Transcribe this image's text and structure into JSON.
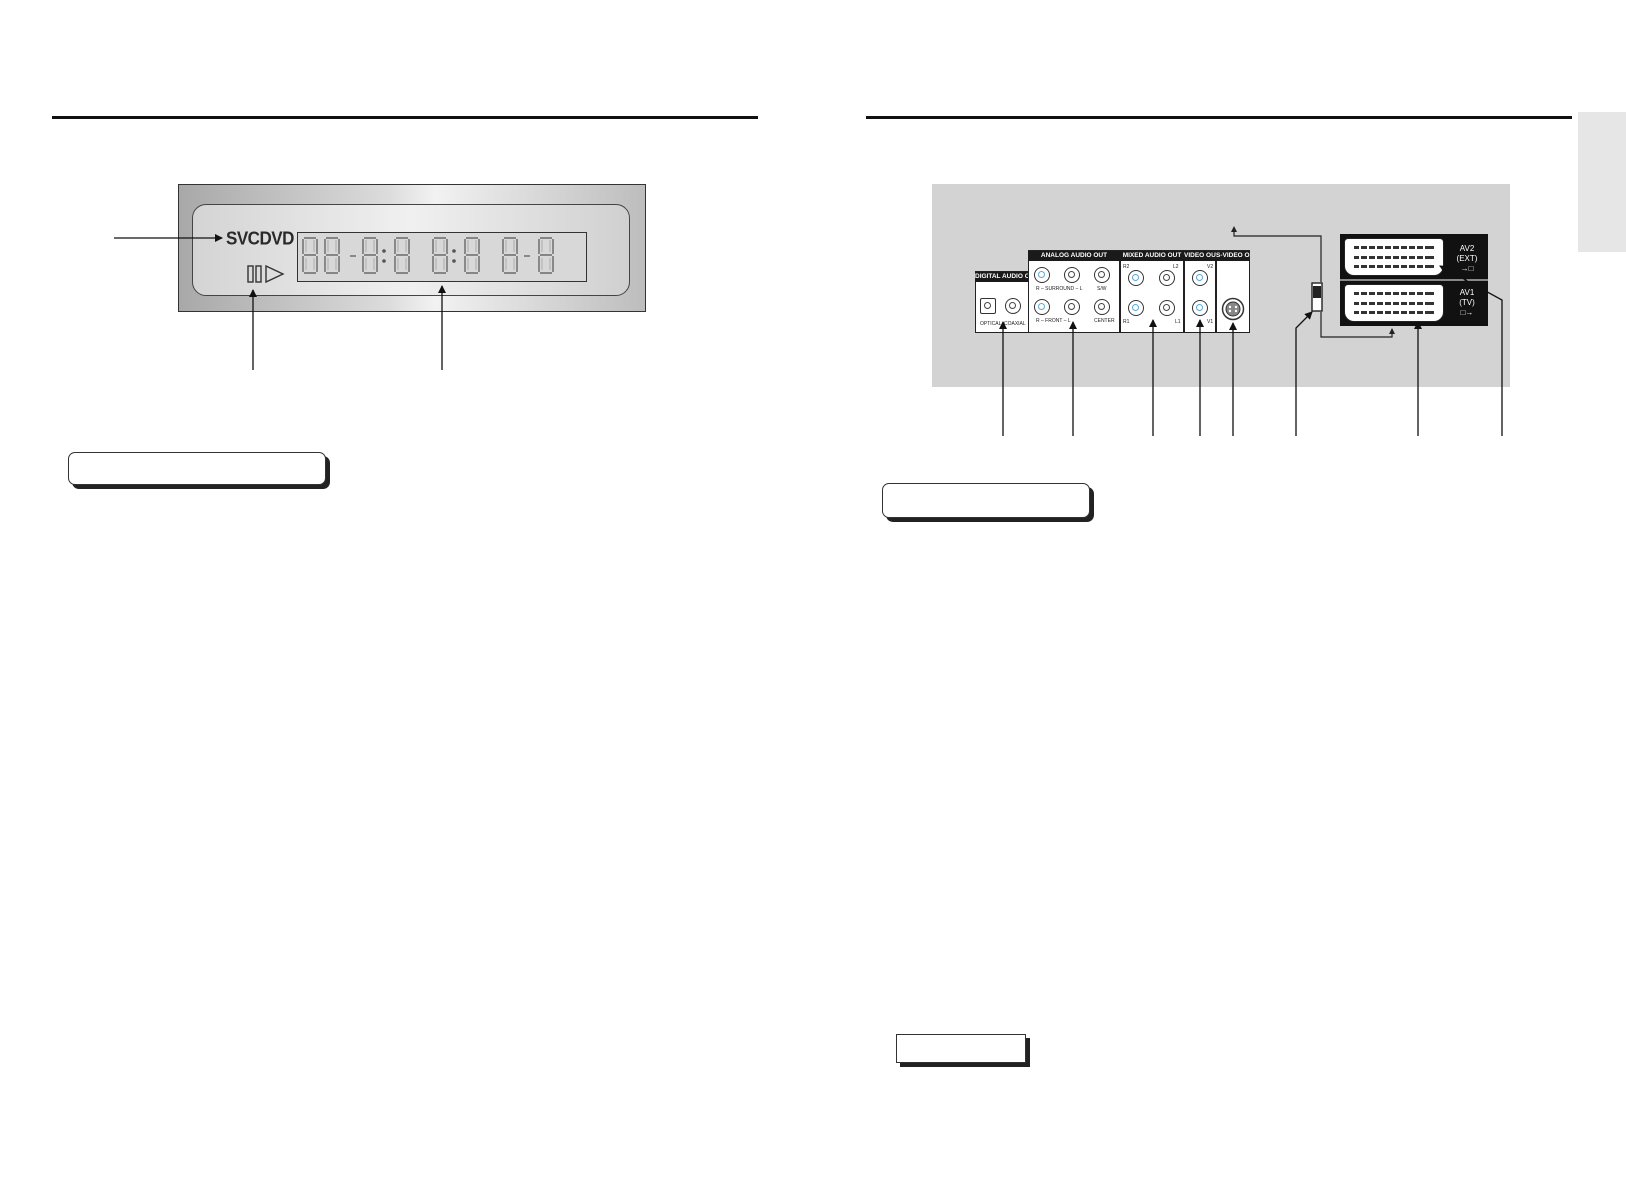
{
  "front_display": {
    "disc_indicator": "SVCDVD"
  },
  "rear_panel": {
    "digital_audio_out": {
      "heading": "DIGITAL AUDIO OUT",
      "optical_label": "OPTICAL",
      "coaxial_label": "COAXIAL"
    },
    "analog_audio_out": {
      "heading": "ANALOG AUDIO OUT",
      "surround_label": "R – SURROUND – L",
      "front_label": "R – FRONT – L",
      "subwoofer_label": "S/W",
      "center_label": "CENTER"
    },
    "mixed_audio_out": {
      "heading": "MIXED AUDIO OUT",
      "r2": "R2",
      "l2": "L2",
      "r1": "R1",
      "l1": "L1"
    },
    "video_out": {
      "heading": "VIDEO OUT",
      "v2": "V2",
      "v1": "V1"
    },
    "s_video_out": {
      "heading": "S-VIDEO OUT"
    },
    "scart": {
      "av2_line1": "AV2",
      "av2_line2": "(EXT)",
      "av1_line1": "AV1",
      "av1_line2": "(TV)",
      "av2_arrow": "→□",
      "av1_arrow": "□→"
    }
  },
  "colors": {
    "jack_ring": "#5aa8d8",
    "panel_gray": "#d3d3d3"
  }
}
